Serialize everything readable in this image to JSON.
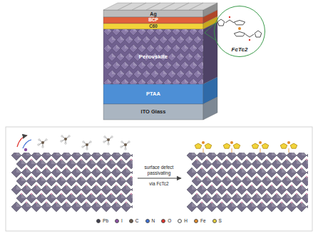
{
  "diagram": {
    "nodes": [
      {
        "text": [
          "Ag"
        ]
      },
      {
        "text": [
          "BCP"
        ]
      },
      {
        "text": [
          "C60"
        ]
      },
      {
        "text": [
          "Perovskite"
        ]
      },
      {
        "text": [
          "PTAA"
        ]
      },
      {
        "text": [
          "ITO Glass"
        ]
      },
      {
        "text": [
          "FcTc2"
        ]
      }
    ],
    "labels": [
      "surface defect passivating",
      "via FcTc2"
    ],
    "legend": [
      {
        "text": "Pb",
        "color": "#3d3d4d"
      },
      {
        "text": "I",
        "color": "#8b4fa3"
      },
      {
        "text": "C",
        "color": "#6b5a4a"
      },
      {
        "text": "N",
        "color": "#3b6fd6"
      },
      {
        "text": "O",
        "color": "#e0322b"
      },
      {
        "text": "H",
        "color": "#f0f0f0"
      },
      {
        "text": "Fe",
        "color": "#e08a2a"
      },
      {
        "text": "S",
        "color": "#e8d23a"
      }
    ]
  }
}
